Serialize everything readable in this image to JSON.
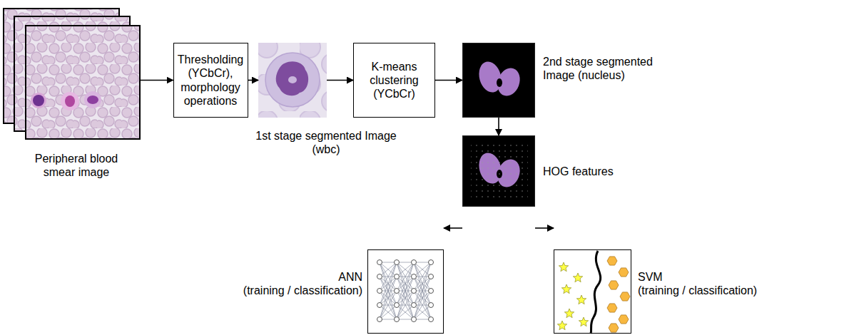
{
  "diagram": {
    "nodes": [
      {
        "text": [
          "Peripheral blood smear image"
        ]
      },
      {
        "text": [
          "Thresholding (YCbCr), morphology operations"
        ]
      },
      {
        "text": [
          "1st stage segmented Image (wbc)"
        ]
      },
      {
        "text": [
          "K-means clustering (YCbCr)"
        ]
      },
      {
        "text": [
          "2nd stage segmented Image (nucleus)"
        ]
      },
      {
        "text": [
          "HOG features"
        ]
      },
      {
        "text": [
          "ANN",
          "(training / classification)"
        ]
      },
      {
        "text": [
          "SVM",
          "(training / classification)"
        ]
      }
    ],
    "edges": [
      {
        "from": 0,
        "to": 1,
        "arrow": "to"
      },
      {
        "from": 1,
        "to": 2,
        "arrow": "to"
      },
      {
        "from": 2,
        "to": 3,
        "arrow": "to"
      },
      {
        "from": 3,
        "to": 4,
        "arrow": "to"
      },
      {
        "from": 4,
        "to": 5,
        "arrow": "to"
      },
      {
        "from": 5,
        "to": 6,
        "arrow": "to"
      },
      {
        "from": 5,
        "to": 7,
        "arrow": "to"
      }
    ]
  }
}
